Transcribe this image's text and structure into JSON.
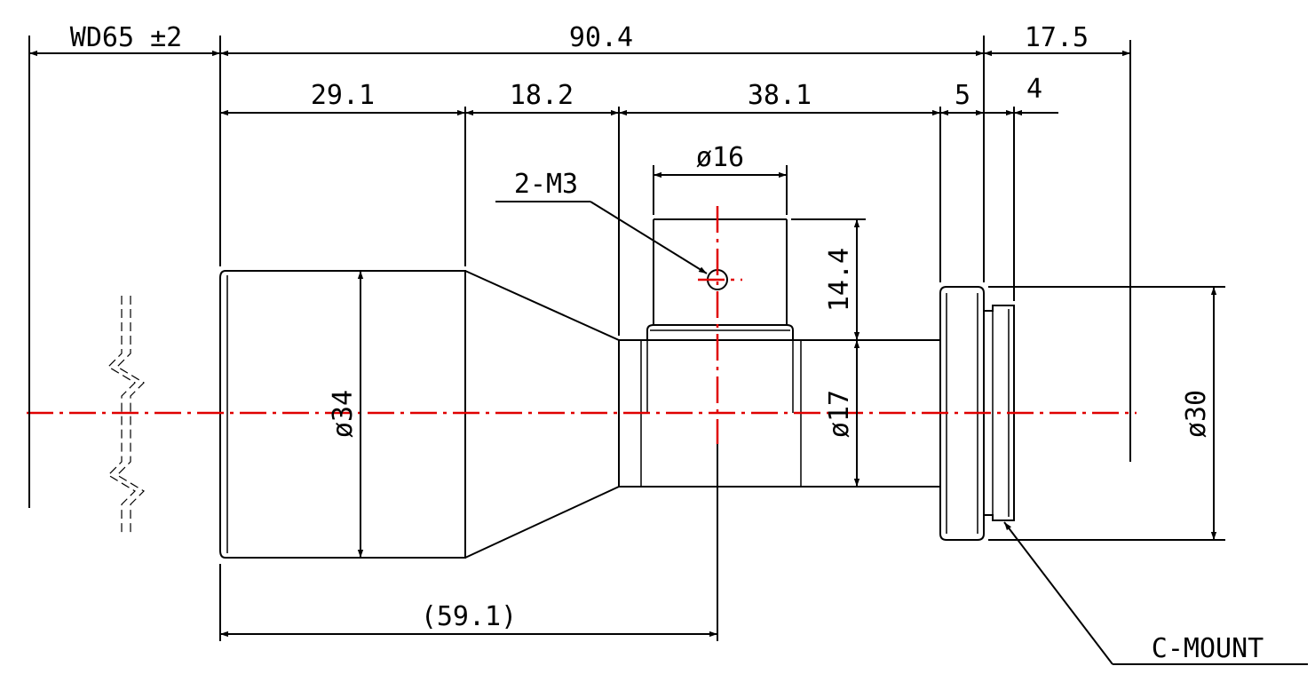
{
  "dimensions": {
    "wd": "WD65 ±2",
    "overall": "90.4",
    "rear": "17.5",
    "seg1": "29.1",
    "seg2": "18.2",
    "seg3": "38.1",
    "flange": "5",
    "thread": "4",
    "boss_dia": "ø16",
    "screw": "2-M3",
    "boss_h": "14.4",
    "front_dia": "ø34",
    "tube_dia": "ø17",
    "mount_dia": "ø30",
    "ref": "(59.1)",
    "mount": "C-MOUNT"
  },
  "colors": {
    "centerline": "#e00000",
    "line": "#000000"
  }
}
